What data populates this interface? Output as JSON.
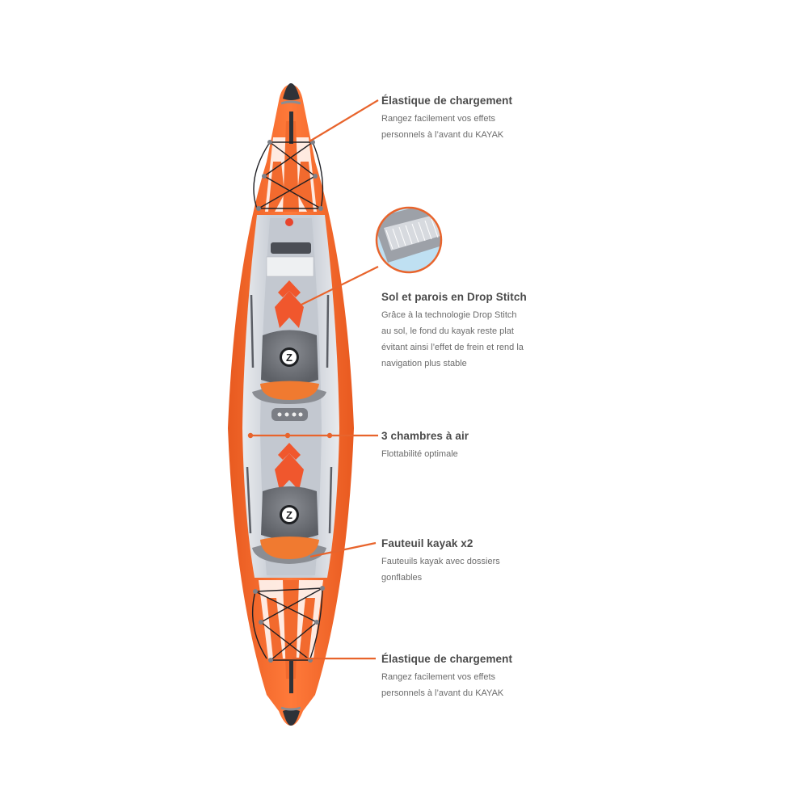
{
  "colors": {
    "accent": "#e8642c",
    "hull_orange": "#f26a2e",
    "floor_grey": "#cfd3d9",
    "seat_grey": "#6f7278",
    "title_text": "#4a4a4a",
    "body_text": "#6b6b6b"
  },
  "image": {
    "subject": "inflatable-tandem-kayak-top-view",
    "icons": [
      "drop-stitch-thumbnail",
      "brand-z-logo-icon",
      "chevron-arrows-icon",
      "bungee-cord"
    ]
  },
  "callouts": [
    {
      "title": "Élastique de chargement",
      "lines": [
        "Rangez facilement vos effets",
        "personnels à l’avant du KAYAK"
      ]
    },
    {
      "title": "Sol et parois en Drop Stitch",
      "lines": [
        "Grâce à la technologie Drop Stitch",
        "au sol, le fond du kayak reste plat",
        "évitant ainsi l’effet de frein et rend la",
        "navigation plus stable"
      ]
    },
    {
      "title": "3 chambres à air",
      "lines": [
        "Flottabilité optimale"
      ]
    },
    {
      "title": "Fauteuil kayak x2",
      "lines": [
        "Fauteuils kayak avec dossiers",
        "gonflables"
      ]
    },
    {
      "title": "Élastique de chargement",
      "lines": [
        "Rangez facilement vos effets",
        "personnels à l’avant du KAYAK"
      ]
    }
  ]
}
